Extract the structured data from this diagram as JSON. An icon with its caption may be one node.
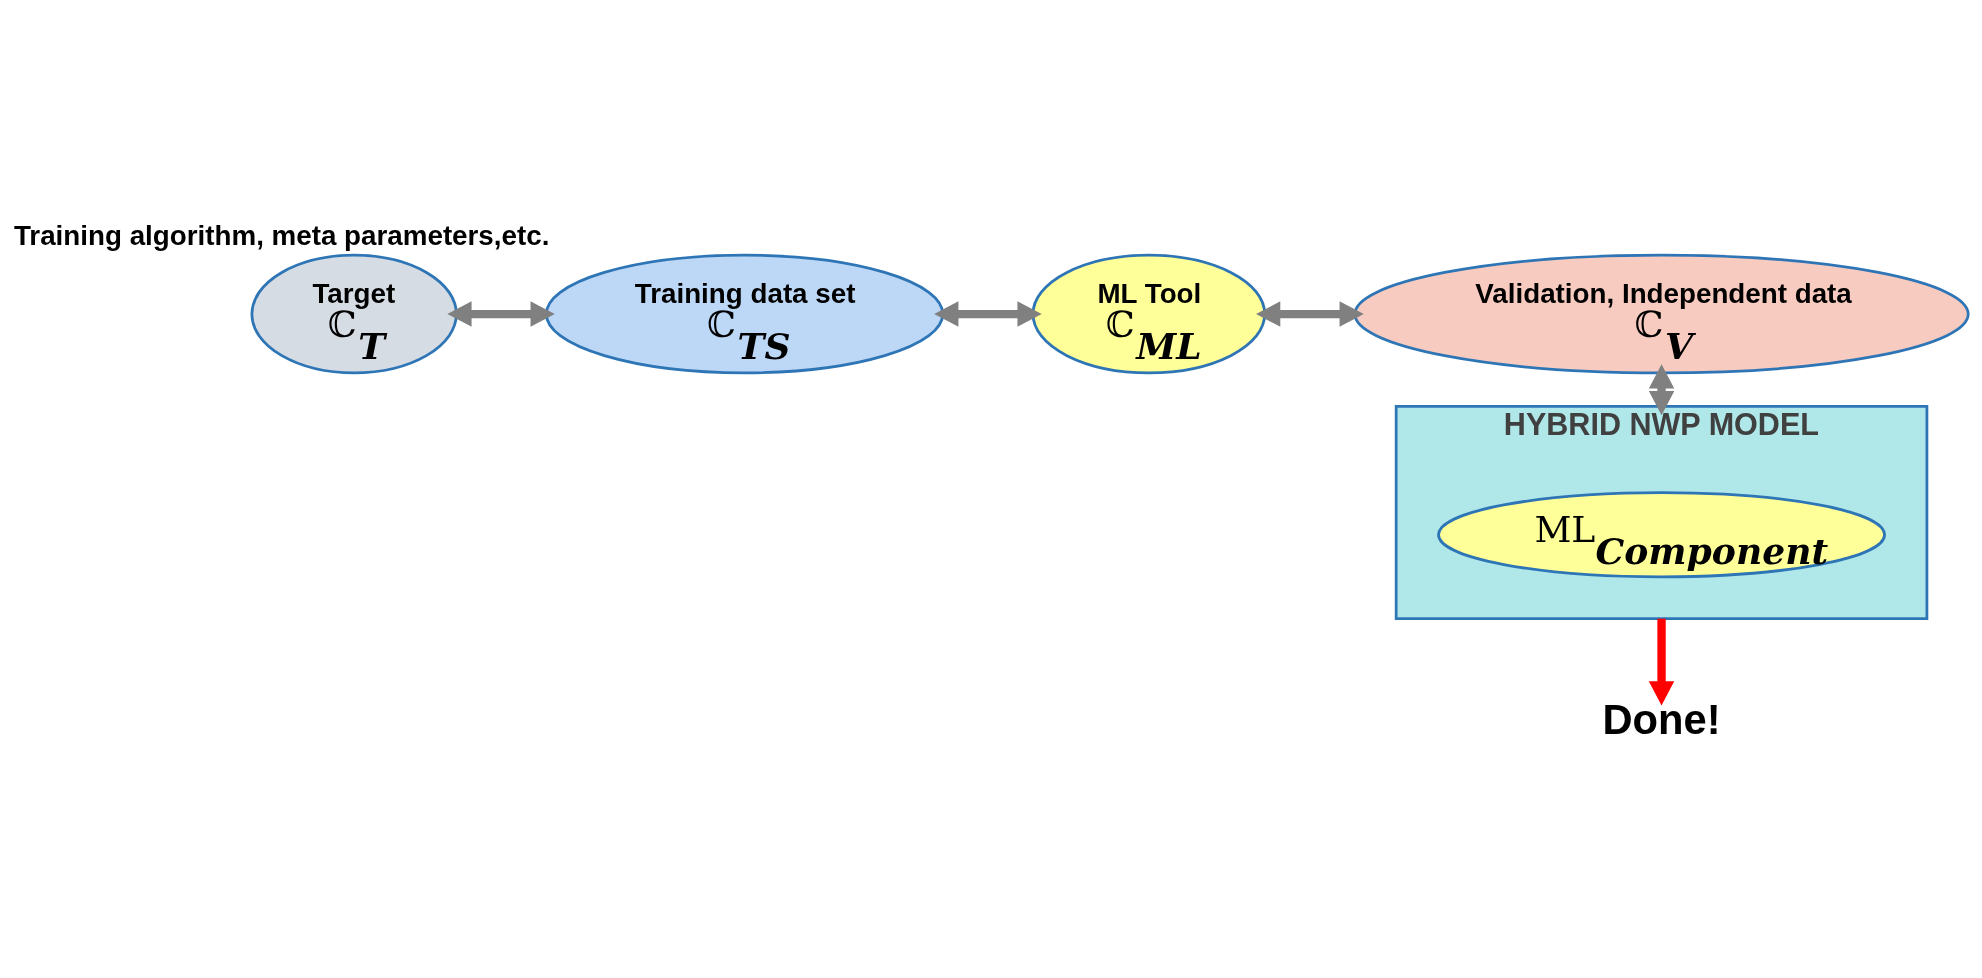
{
  "diagram": {
    "nodes": [
      {
        "text": [
          "Target",
          "ℂ$_{T}$"
        ]
      },
      {
        "text": [
          "Training data set",
          "ℂ$_{TS}$"
        ],
        "beside": [
          "Training algorithm, meta parameters,etc."
        ]
      },
      {
        "text": [
          "ML Tool",
          "ℂ$_{ML}$"
        ]
      },
      {
        "text": [
          "Validation, Independent data",
          "ℂ$_{V}$"
        ]
      },
      {
        "text": [
          "HYBRID NWP MODEL"
        ]
      },
      {
        "text": [
          "ML$_{Component}$"
        ],
        "in": 4
      },
      {
        "text": [
          "Done!"
        ]
      }
    ],
    "edges": [
      {
        "from": 0,
        "to": 1,
        "arrow": "both"
      },
      {
        "from": 1,
        "to": 2,
        "arrow": "both"
      },
      {
        "from": 2,
        "to": 3,
        "arrow": "both"
      },
      {
        "from": 3,
        "to": 4,
        "arrow": "both"
      },
      {
        "from": 4,
        "to": 6,
        "arrow": "to",
        "color": "#ff0000"
      }
    ]
  }
}
